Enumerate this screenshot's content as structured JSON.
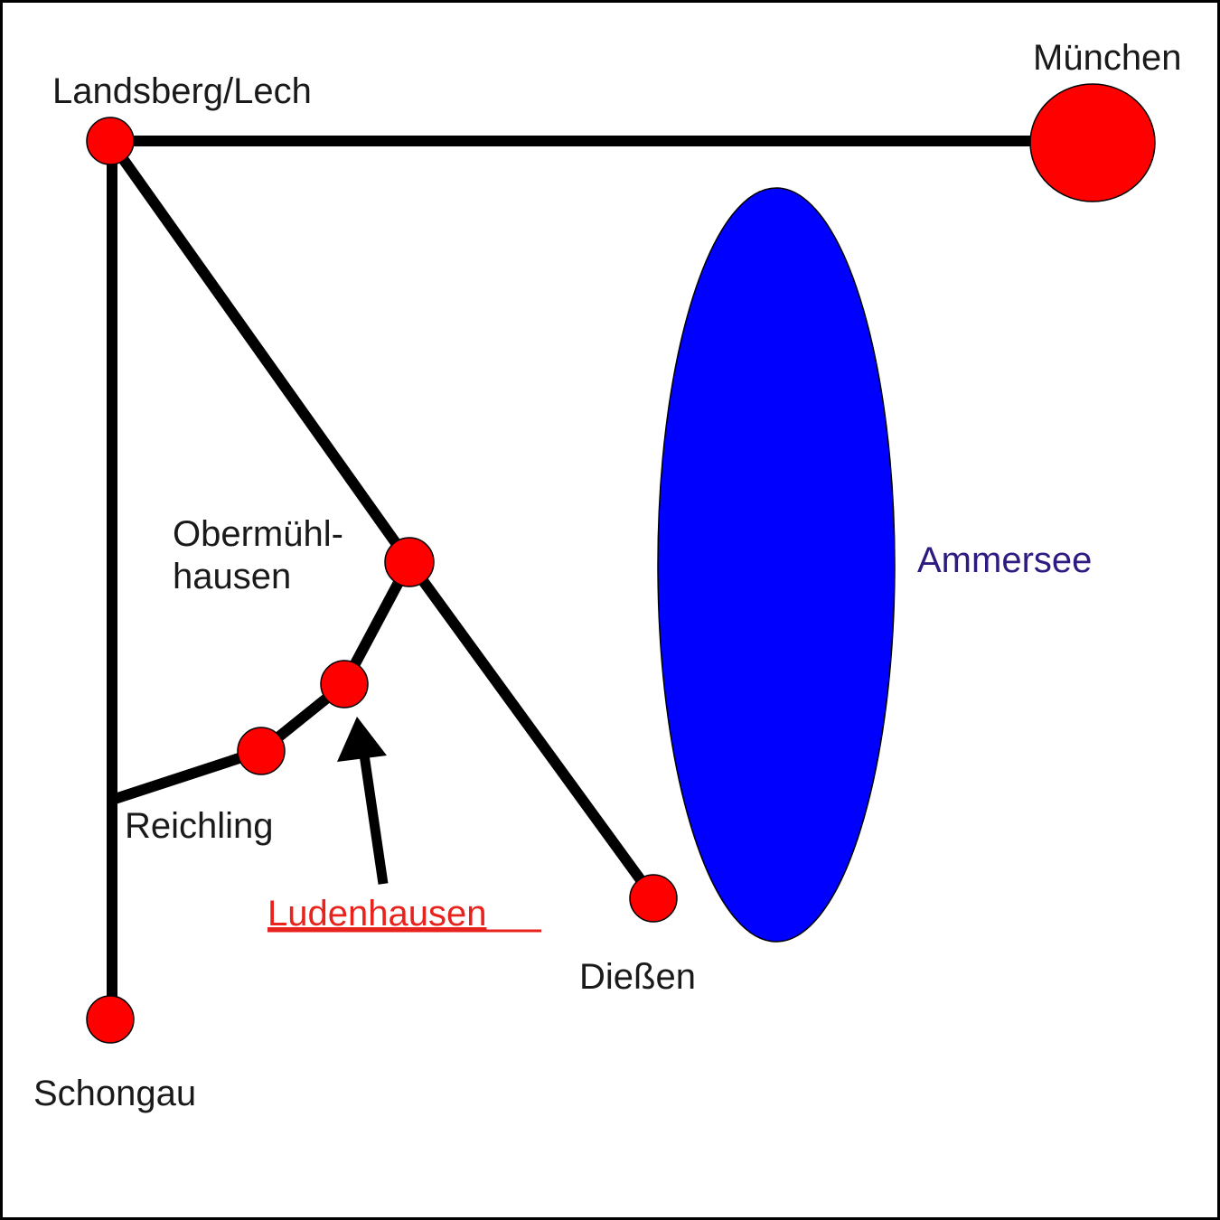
{
  "map": {
    "towns": {
      "landsberg": "Landsberg/Lech",
      "muenchen": "München",
      "obermuehlhausen_line1": "Obermühl-",
      "obermuehlhausen_line2": "hausen",
      "reichling": "Reichling",
      "ludenhausen": "Ludenhausen",
      "diessen": "Dießen",
      "schongau": "Schongau"
    },
    "lake": "Ammersee",
    "colors": {
      "town": "#ff0000",
      "lake": "#0000ff",
      "road": "#000000",
      "lake_label": "#2e1a80",
      "highlight_label": "#e8221c"
    }
  }
}
